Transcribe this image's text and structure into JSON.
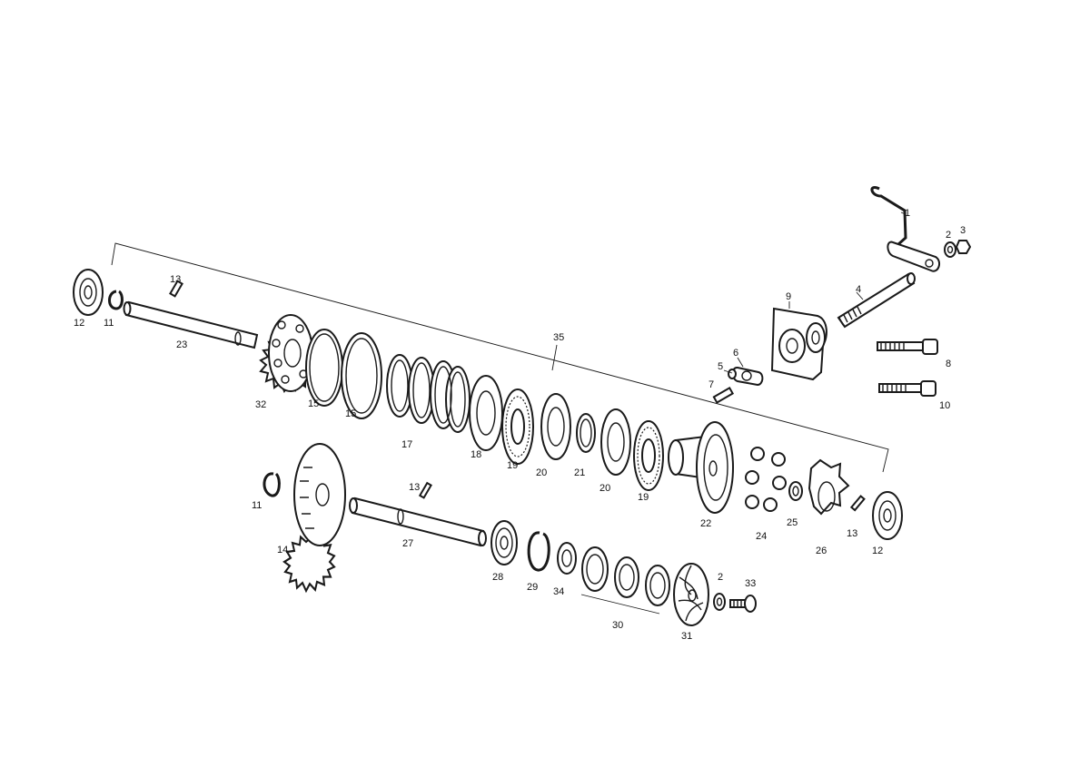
{
  "labels": [
    {
      "id": "l1",
      "text": "1"
    },
    {
      "id": "l2a",
      "text": "2"
    },
    {
      "id": "l3",
      "text": "3"
    },
    {
      "id": "l4",
      "text": "4"
    },
    {
      "id": "l5",
      "text": "5"
    },
    {
      "id": "l6",
      "text": "6"
    },
    {
      "id": "l7",
      "text": "7"
    },
    {
      "id": "l8",
      "text": "8"
    },
    {
      "id": "l9",
      "text": "9"
    },
    {
      "id": "l10",
      "text": "10"
    },
    {
      "id": "l11a",
      "text": "11"
    },
    {
      "id": "l11b",
      "text": "11"
    },
    {
      "id": "l12a",
      "text": "12"
    },
    {
      "id": "l12b",
      "text": "12"
    },
    {
      "id": "l13a",
      "text": "13"
    },
    {
      "id": "l13b",
      "text": "13"
    },
    {
      "id": "l13c",
      "text": "13"
    },
    {
      "id": "l14",
      "text": "14"
    },
    {
      "id": "l15a",
      "text": "15"
    },
    {
      "id": "l15b",
      "text": "15"
    },
    {
      "id": "l17",
      "text": "17"
    },
    {
      "id": "l18",
      "text": "18"
    },
    {
      "id": "l19a",
      "text": "19"
    },
    {
      "id": "l19b",
      "text": "19"
    },
    {
      "id": "l20a",
      "text": "20"
    },
    {
      "id": "l20b",
      "text": "20"
    },
    {
      "id": "l21",
      "text": "21"
    },
    {
      "id": "l22",
      "text": "22"
    },
    {
      "id": "l23",
      "text": "23"
    },
    {
      "id": "l24",
      "text": "24"
    },
    {
      "id": "l25",
      "text": "25"
    },
    {
      "id": "l26",
      "text": "26"
    },
    {
      "id": "l27",
      "text": "27"
    },
    {
      "id": "l28",
      "text": "28"
    },
    {
      "id": "l29",
      "text": "29"
    },
    {
      "id": "l30",
      "text": "30"
    },
    {
      "id": "l31",
      "text": "31"
    },
    {
      "id": "l2b",
      "text": "2"
    },
    {
      "id": "l32",
      "text": "32"
    },
    {
      "id": "l33",
      "text": "33"
    },
    {
      "id": "l34",
      "text": "34"
    },
    {
      "id": "l35",
      "text": "35"
    }
  ]
}
